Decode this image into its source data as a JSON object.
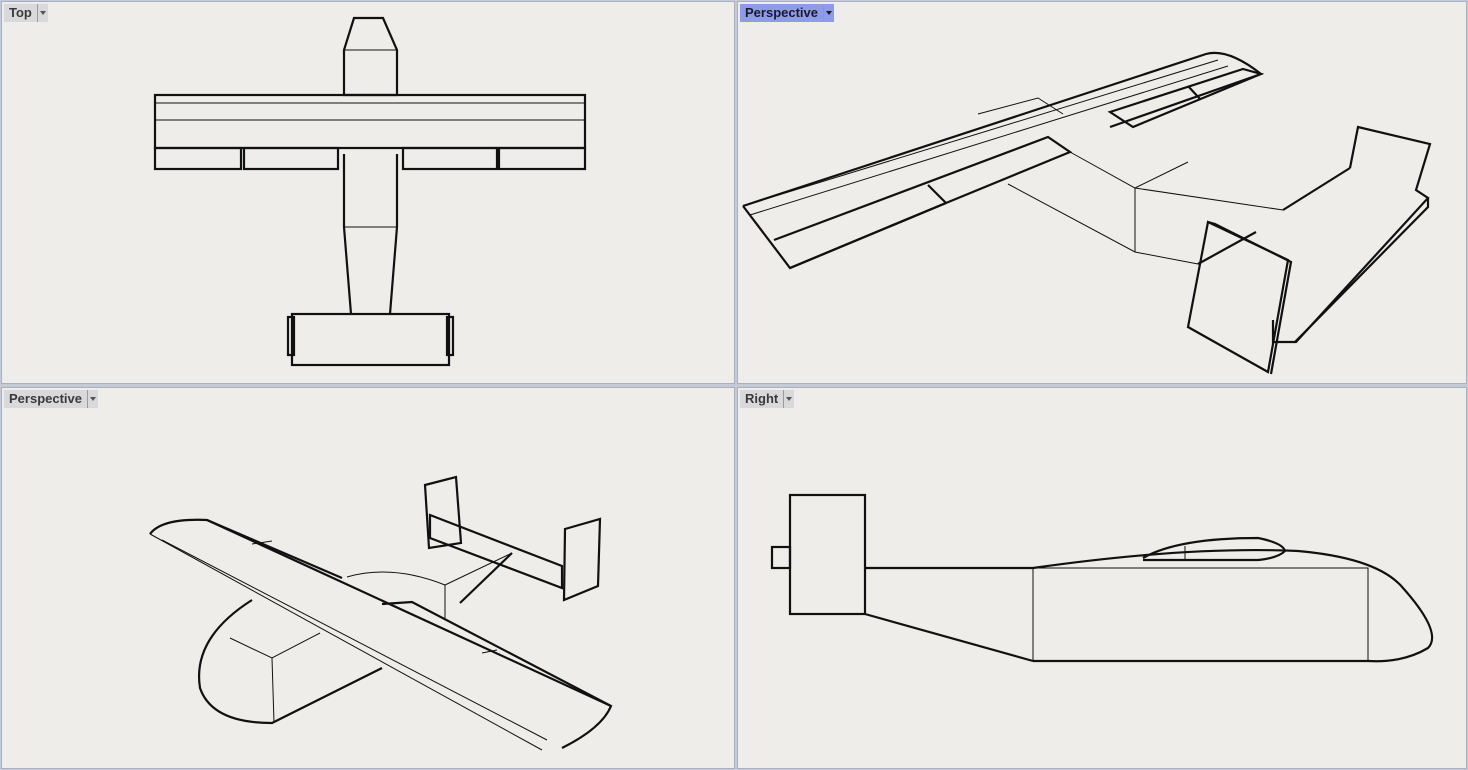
{
  "viewports": [
    {
      "id": "top",
      "label": "Top",
      "active": false
    },
    {
      "id": "persp1",
      "label": "Perspective",
      "active": true
    },
    {
      "id": "persp2",
      "label": "Perspective",
      "active": false
    },
    {
      "id": "right",
      "label": "Right",
      "active": false
    }
  ],
  "icons": {
    "dropdown": "chevron-down-icon"
  },
  "colors": {
    "viewport_bg": "#eeede9",
    "active_tab": "#8e9ce8",
    "border": "#a9b0c4"
  }
}
